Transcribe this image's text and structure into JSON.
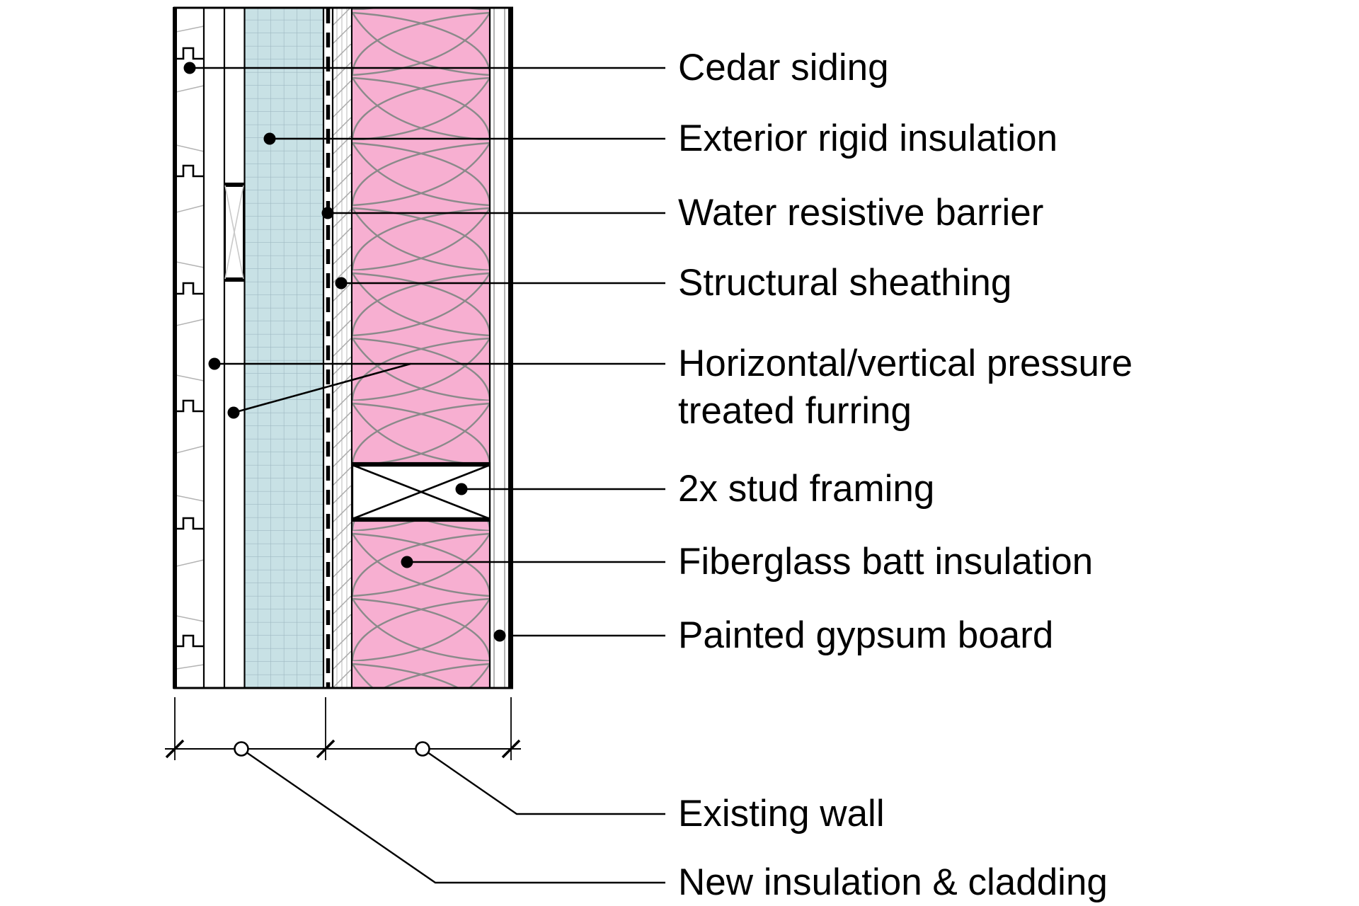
{
  "diagram": {
    "type": "wall-assembly-section-detail",
    "labels": {
      "cedar_siding": "Cedar siding",
      "exterior_rigid_insulation": "Exterior rigid insulation",
      "water_resistive_barrier": "Water resistive barrier",
      "structural_sheathing": "Structural sheathing",
      "furring_line1": "Horizontal/vertical pressure",
      "furring_line2": "treated furring",
      "stud_framing": "2x stud framing",
      "fiberglass_batt_insulation": "Fiberglass batt insulation",
      "painted_gypsum_board": "Painted gypsum board",
      "existing_wall": "Existing wall",
      "new_insulation_cladding": "New insulation & cladding"
    },
    "colors": {
      "rigid_insulation_fill": "#C8E1E5",
      "batt_insulation_fill": "#F7AFD1",
      "line_color": "#000000"
    }
  }
}
